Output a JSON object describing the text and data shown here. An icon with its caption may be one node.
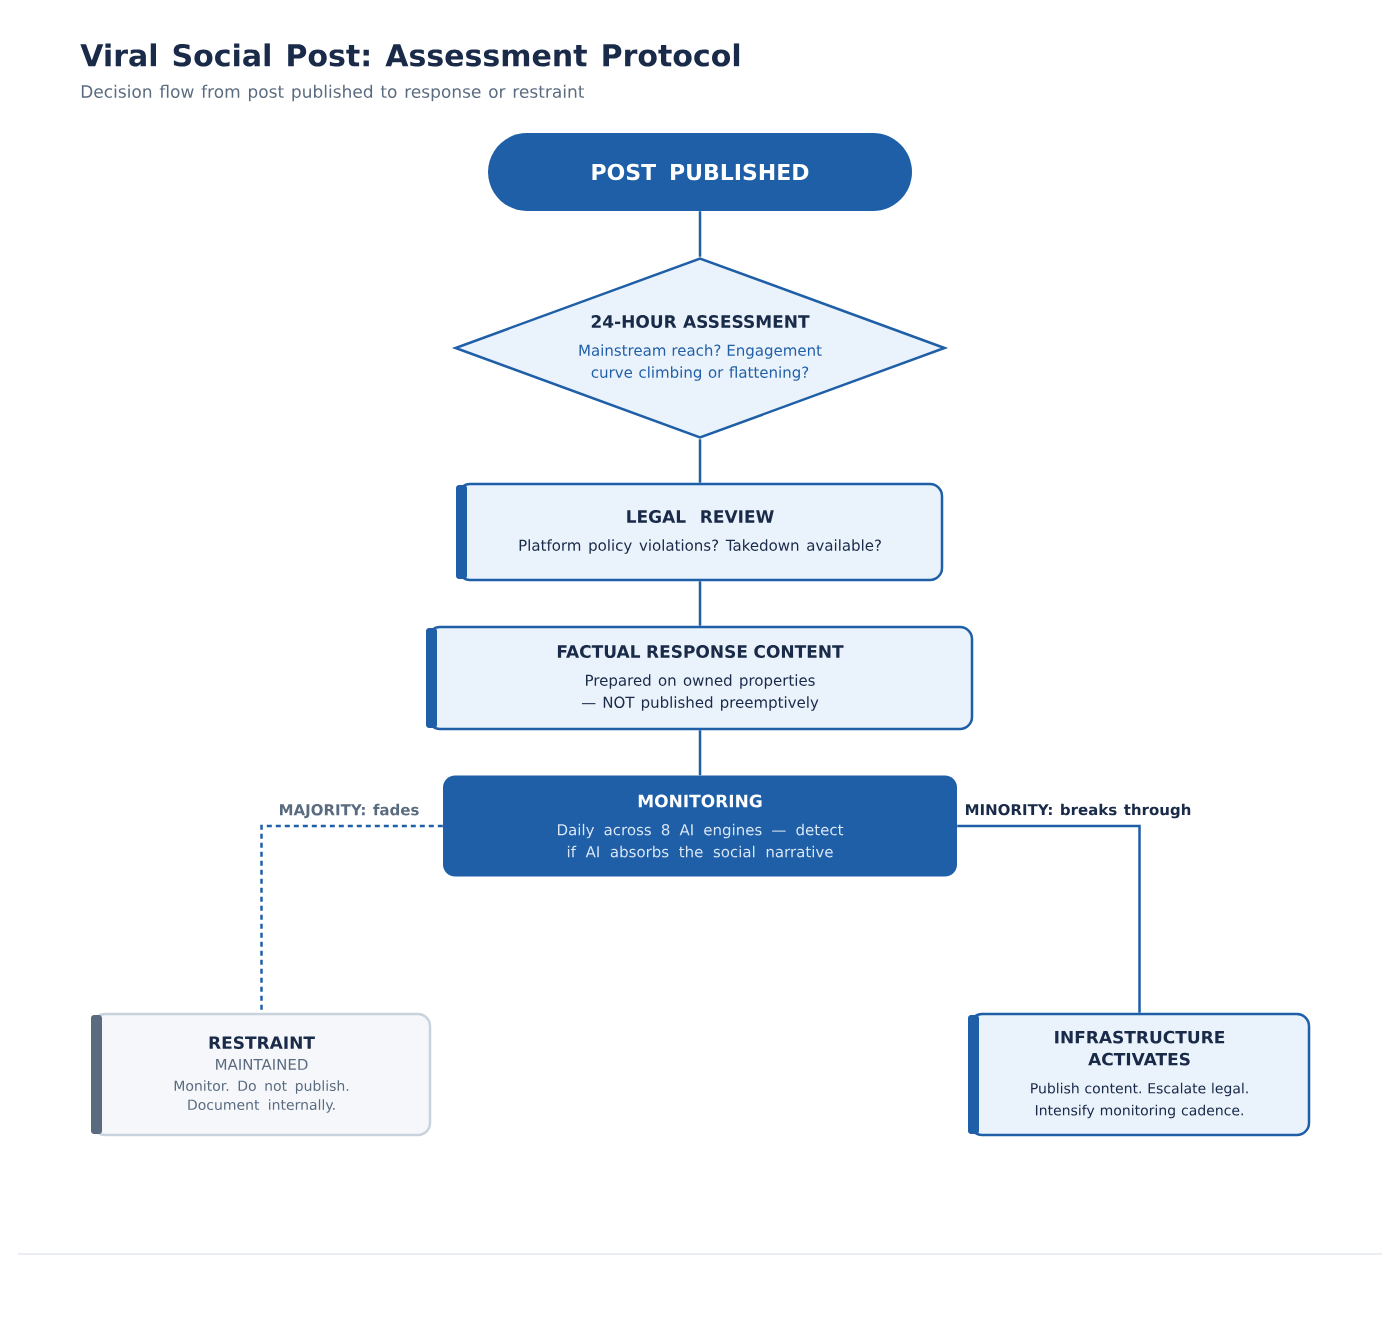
{
  "diagram": {
    "title": "Viral Social Post: Assessment Protocol",
    "caption": "Decision flow from post published to response or restraint",
    "nodes": [
      {
        "text": [
          "POST PUBLISHED"
        ]
      },
      {
        "text": [
          "24-HOUR ASSESSMENT",
          "Mainstream reach? Engagement curve climbing or flattening?"
        ]
      },
      {
        "text": [
          "LEGAL REVIEW",
          "Platform policy violations? Takedown available?"
        ]
      },
      {
        "text": [
          "FACTUAL RESPONSE CONTENT",
          "Prepared on owned properties — NOT published preemptively"
        ]
      },
      {
        "text": [
          "MONITORING",
          "Daily across 8 AI engines — detect if AI absorbs the social narrative"
        ]
      },
      {
        "text": [
          "RESTRAINT",
          "MAINTAINED",
          "Monitor. Do not publish. Document internally."
        ]
      },
      {
        "text": [
          "INFRASTRUCTURE ACTIVATES",
          "Publish content. Escalate legal. Intensify monitoring cadence."
        ]
      }
    ],
    "edges": [
      {
        "from": 0,
        "to": 1,
        "arrow": "none"
      },
      {
        "from": 1,
        "to": 2,
        "arrow": "none"
      },
      {
        "from": 2,
        "to": 3,
        "arrow": "none"
      },
      {
        "from": 3,
        "to": 4,
        "arrow": "none"
      },
      {
        "from": 4,
        "to": 5,
        "arrow": "none",
        "label": "MAJORITY: fades",
        "style": "dashed"
      },
      {
        "from": 4,
        "to": 6,
        "arrow": "none",
        "label": "MINORITY: breaks through"
      }
    ]
  }
}
